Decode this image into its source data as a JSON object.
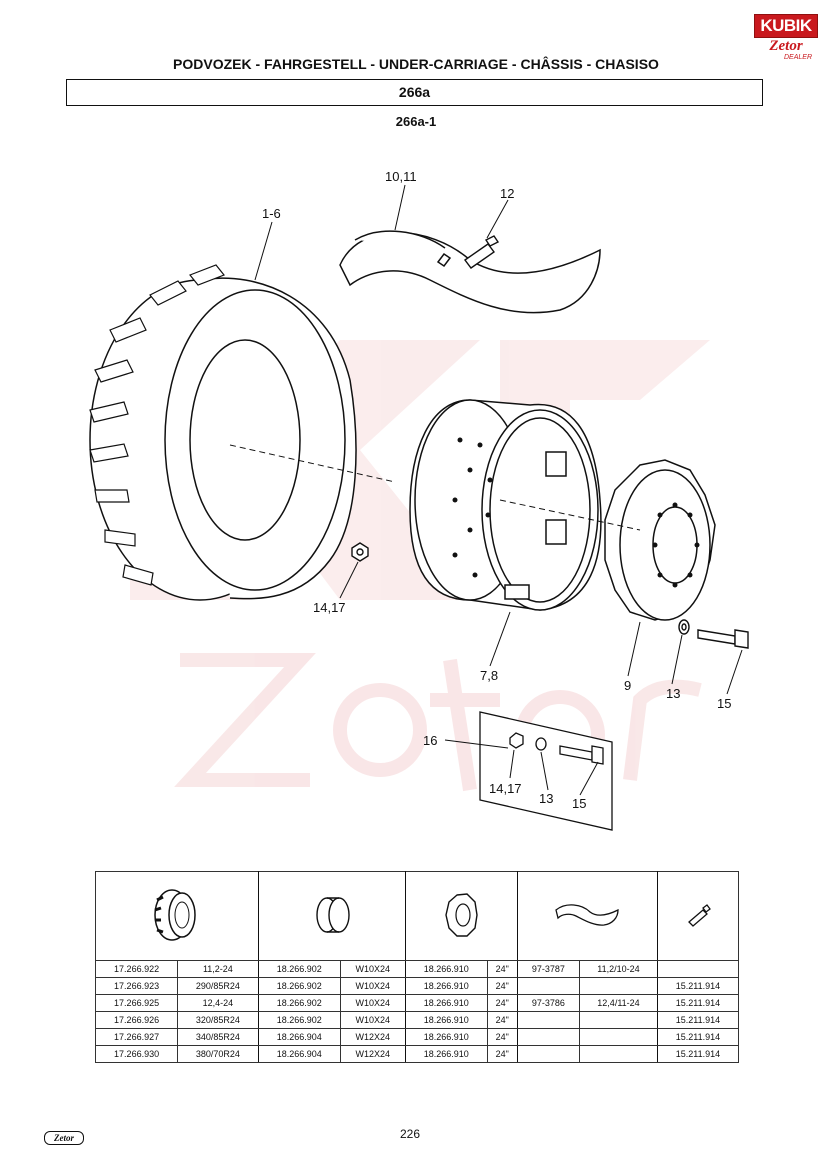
{
  "brand": {
    "kubik": "KUBIK",
    "zetor": "Zetor",
    "dealer": "DEALER"
  },
  "header": {
    "title": "PODVOZEK - FAHRGESTELL - UNDER-CARRIAGE - CHÂSSIS - CHASISO",
    "section": "266a",
    "subsection": "266a-1"
  },
  "callouts": {
    "tyre": "1-6",
    "tube": "10,11",
    "valve": "12",
    "nut": "14,17",
    "rim": "7,8",
    "disc": "9",
    "washer": "13",
    "bolt": "15",
    "kit": "16",
    "kit_nut": "14,17",
    "kit_washer": "13",
    "kit_bolt": "15"
  },
  "table": {
    "rows": [
      [
        "17.266.922",
        "11,2-24",
        "18.266.902",
        "W10X24",
        "18.266.910",
        "24\"",
        "97-3787",
        "11,2/10-24",
        ""
      ],
      [
        "17.266.923",
        "290/85R24",
        "18.266.902",
        "W10X24",
        "18.266.910",
        "24\"",
        "",
        "",
        "15.211.914"
      ],
      [
        "17.266.925",
        "12,4-24",
        "18.266.902",
        "W10X24",
        "18.266.910",
        "24\"",
        "97-3786",
        "12,4/11-24",
        "15.211.914"
      ],
      [
        "17.266.926",
        "320/85R24",
        "18.266.902",
        "W10X24",
        "18.266.910",
        "24\"",
        "",
        "",
        "15.211.914"
      ],
      [
        "17.266.927",
        "340/85R24",
        "18.266.904",
        "W12X24",
        "18.266.910",
        "24\"",
        "",
        "",
        "15.211.914"
      ],
      [
        "17.266.930",
        "380/70R24",
        "18.266.904",
        "W12X24",
        "18.266.910",
        "24\"",
        "",
        "",
        "15.211.914"
      ]
    ]
  },
  "footer": {
    "logo": "Zetor",
    "page_number": "226"
  }
}
